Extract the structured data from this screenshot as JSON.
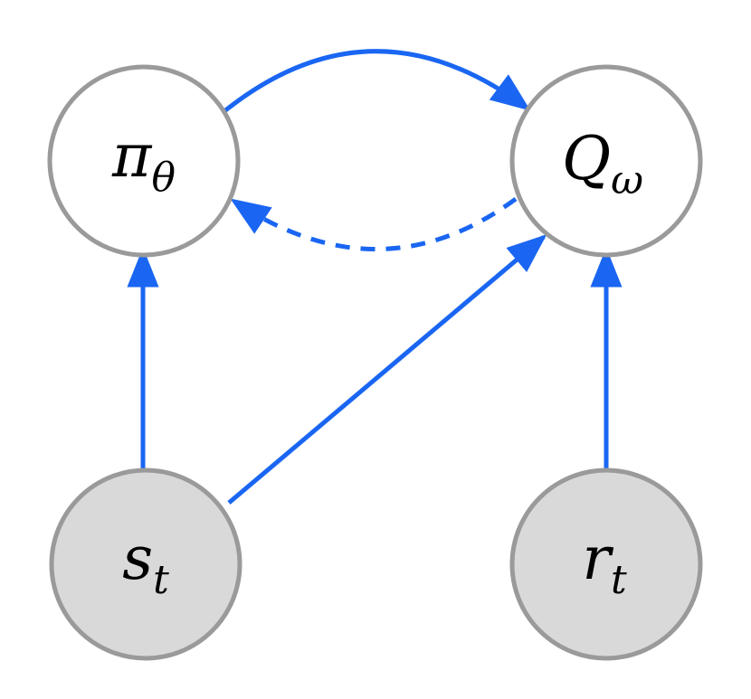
{
  "colors": {
    "edge": "#1a66f2",
    "node_stroke": "#9a9a9a",
    "node_fill_latent": "#ffffff",
    "node_fill_observed": "#d9d9d9",
    "text": "#000000"
  },
  "nodes": {
    "policy": {
      "symbol": "π",
      "subscript": "θ",
      "observed": false
    },
    "critic": {
      "symbol": "Q",
      "subscript": "ω",
      "observed": false
    },
    "state": {
      "symbol": "s",
      "subscript": "t",
      "observed": true
    },
    "reward": {
      "symbol": "r",
      "subscript": "t",
      "observed": true
    }
  },
  "edges": [
    {
      "from": "policy",
      "to": "critic",
      "style": "solid"
    },
    {
      "from": "critic",
      "to": "policy",
      "style": "dashed"
    },
    {
      "from": "state",
      "to": "policy",
      "style": "solid"
    },
    {
      "from": "state",
      "to": "critic",
      "style": "solid"
    },
    {
      "from": "reward",
      "to": "critic",
      "style": "solid"
    }
  ]
}
